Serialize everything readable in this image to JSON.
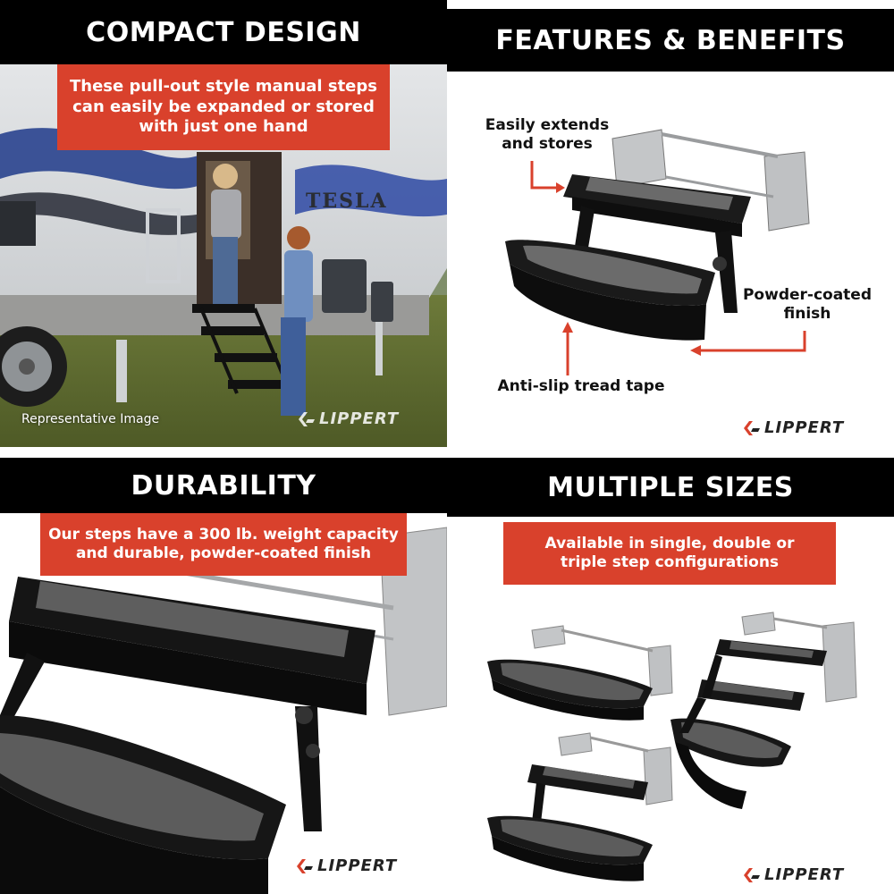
{
  "brand": {
    "name": "LIPPERT",
    "accent": "#d9412c",
    "bar": "#000000"
  },
  "panels": {
    "compact": {
      "heading": "COMPACT DESIGN",
      "callout": [
        "These pull-out style manual steps",
        "can easily be expanded or stored",
        "with just one hand"
      ],
      "caption": "Representative Image",
      "rv_badge": "TESLA"
    },
    "features": {
      "heading": "FEATURES & BENEFITS",
      "label_extends": [
        "Easily extends",
        "and stores"
      ],
      "label_finish": [
        "Powder-coated",
        "finish"
      ],
      "label_tread": "Anti-slip tread tape"
    },
    "durability": {
      "heading": "DURABILITY",
      "callout": [
        "Our steps have a 300 lb. weight capacity",
        "and durable, powder-coated finish"
      ]
    },
    "sizes": {
      "heading": "MULTIPLE SIZES",
      "callout": [
        "Available in single, double or",
        "triple step configurations"
      ]
    }
  }
}
